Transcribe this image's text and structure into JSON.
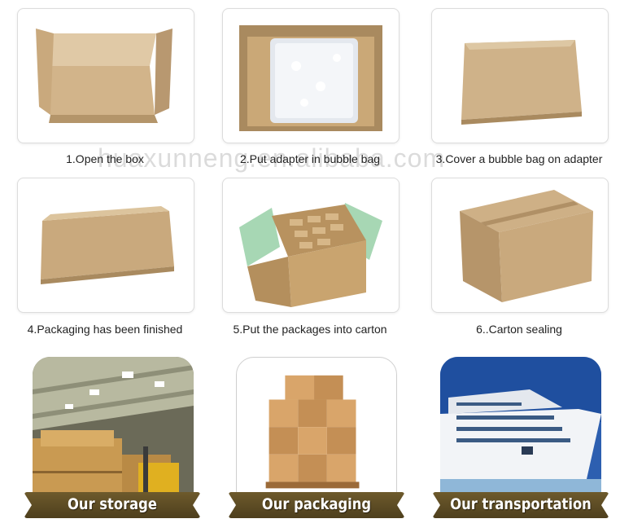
{
  "watermark": "huaxunneng.en.alibaba.com",
  "steps": [
    {
      "caption": "1.Open the box"
    },
    {
      "caption": "2.Put adapter in bubble bag"
    },
    {
      "caption": "3.Cover a bubble bag on adapter"
    },
    {
      "caption": "4.Packaging has been finished"
    },
    {
      "caption": "5.Put the packages into carton"
    },
    {
      "caption": "6..Carton sealing"
    }
  ],
  "showcase": [
    {
      "label": "Our storage"
    },
    {
      "label": "Our packaging"
    },
    {
      "label": "Our transportation"
    }
  ],
  "colors": {
    "cardboard": "#c9a97d",
    "cardboard_dark": "#a98a5f",
    "banner": "#5e4c24",
    "sky": "#2d5fb0"
  }
}
